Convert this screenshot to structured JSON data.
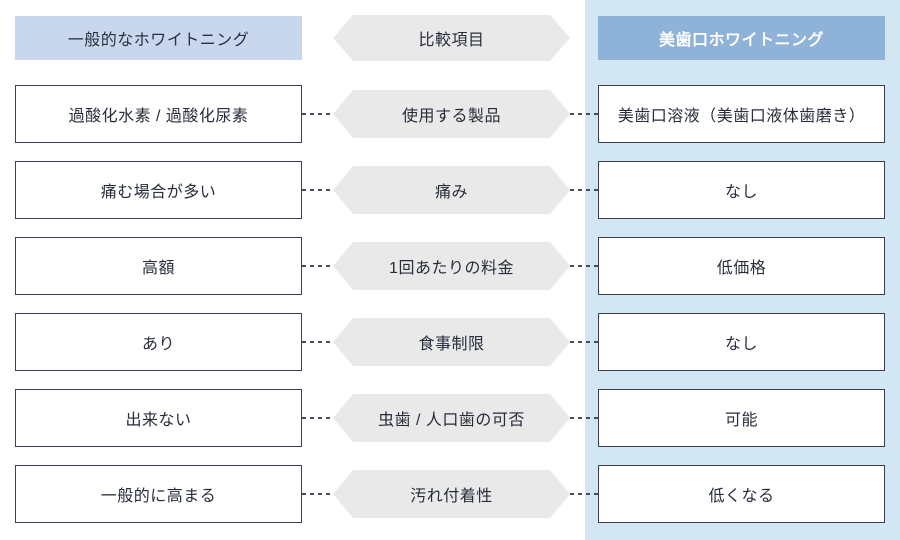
{
  "header": {
    "left": "一般的なホワイトニング",
    "center": "比較項目",
    "right": "美歯口ホワイトニング"
  },
  "rows": [
    {
      "left": "過酸化水素 / 過酸化尿素",
      "center": "使用する製品",
      "right": "美歯口溶液（美歯口液体歯磨き）"
    },
    {
      "left": "痛む場合が多い",
      "center": "痛み",
      "right": "なし"
    },
    {
      "left": "高額",
      "center": "1回あたりの料金",
      "right": "低価格"
    },
    {
      "left": "あり",
      "center": "食事制限",
      "right": "なし"
    },
    {
      "left": "出来ない",
      "center": "虫歯 / 人口歯の可否",
      "right": "可能"
    },
    {
      "left": "一般的に高まる",
      "center": "汚れ付着性",
      "right": "低くなる"
    }
  ],
  "colors": {
    "right_band": "#d3e6f4",
    "left_header_bg": "#c8d7ed",
    "right_header_bg": "#8fb2d8",
    "hexagon_bg": "#e9e9e9",
    "box_border": "#383f4e",
    "text": "#272d3b"
  }
}
